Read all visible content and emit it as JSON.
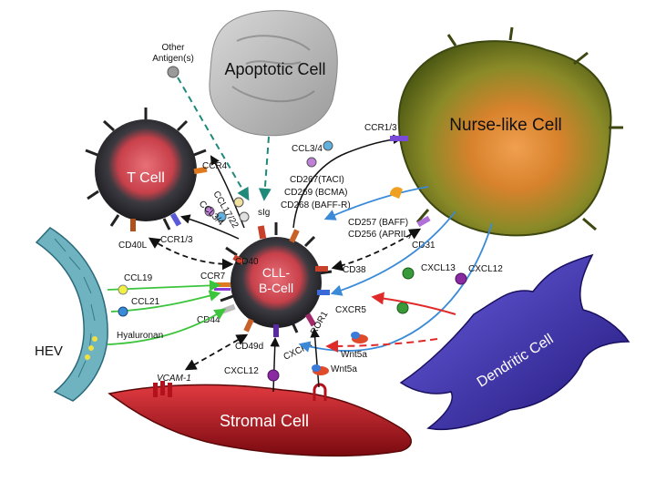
{
  "cells": {
    "apoptotic": "Apoptotic Cell",
    "nurse_like": "Nurse-like Cell",
    "t_cell": "T Cell",
    "cll_line1": "CLL-",
    "cll_line2": "B-Cell",
    "dendritic": "Dendritic Cell",
    "stromal": "Stromal Cell",
    "hev": "HEV"
  },
  "antigen": {
    "line1": "Other",
    "line2": "Antigen(s)"
  },
  "labels": {
    "slg": "sIg",
    "ccr4": "CCR4",
    "ccl17_22": "CCL17/22",
    "ccl3_4_top": "CCL3/4",
    "ccr1_3_top": "CCR1/3",
    "ccl3_4_left": "CCL3/4",
    "ccr1_3_left": "CCR1/3",
    "cd40l": "CD40L",
    "cd40": "CD40",
    "ccr7": "CCR7",
    "ccl19": "CCL19",
    "ccl21": "CCL21",
    "hyaluronan": "Hyaluronan",
    "cd44": "CD44",
    "cd49d": "CD49d",
    "vcam1": "VCAM-1",
    "cxcl12_bottom": "CXCL12",
    "cxcr4": "CXCR4",
    "ror1": "ROR1",
    "wnt5a_mid": "Wnt5a",
    "wnt5a_bottom": "Wnt5a",
    "cxcr5": "CXCR5",
    "cxcl13": "CXCL13",
    "cxcl12_right": "CXCL12",
    "cd38": "CD38",
    "cd31": "CD31",
    "cd267": "CD267(TACI)",
    "cd269": "CD269 (BCMA)",
    "cd268": "CD268 (BAFF-R)",
    "cd257": "CD257 (BAFF)",
    "cd256": "CD256 (APRIL)"
  },
  "colors": {
    "cll_core": "#d8474f",
    "cell_shell": "#2a2a2e",
    "nurse_outer": "#6d7a1f",
    "nurse_core": "#e07a2a",
    "dendritic": "#3b2fb0",
    "stromal": "#b3121c",
    "hev": "#6fb3c0",
    "green_arrow": "#3cc43c",
    "red_arrow": "#e02a2a",
    "blue_arrow": "#3a8ad8",
    "teal_dash": "#1f8a7a"
  }
}
